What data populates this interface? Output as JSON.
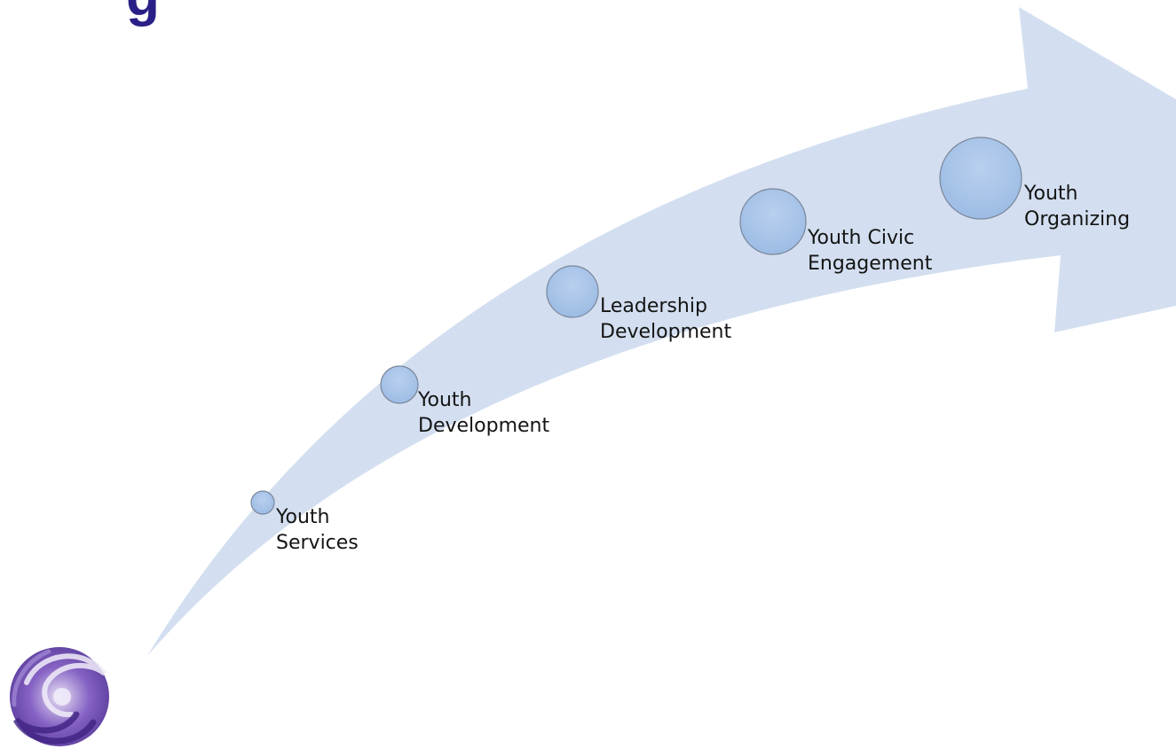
{
  "slide": {
    "title_fragment": "g"
  },
  "stages": [
    {
      "line1": "Youth",
      "line2": "Services"
    },
    {
      "line1": "Youth",
      "line2": "Development"
    },
    {
      "line1": "Leadership",
      "line2": "Development"
    },
    {
      "line1": "Youth Civic",
      "line2": "Engagement"
    },
    {
      "line1": "Youth",
      "line2": "Organizing"
    }
  ],
  "colors": {
    "title": "#2a1f86",
    "arrow": "#d3dff0",
    "circle_fill": "#a7c3e7",
    "circle_stroke": "#7a8699",
    "label": "#141414",
    "logo": "#6c3fa8"
  },
  "icons": {
    "logo": "purple-swirl-logo-icon"
  }
}
